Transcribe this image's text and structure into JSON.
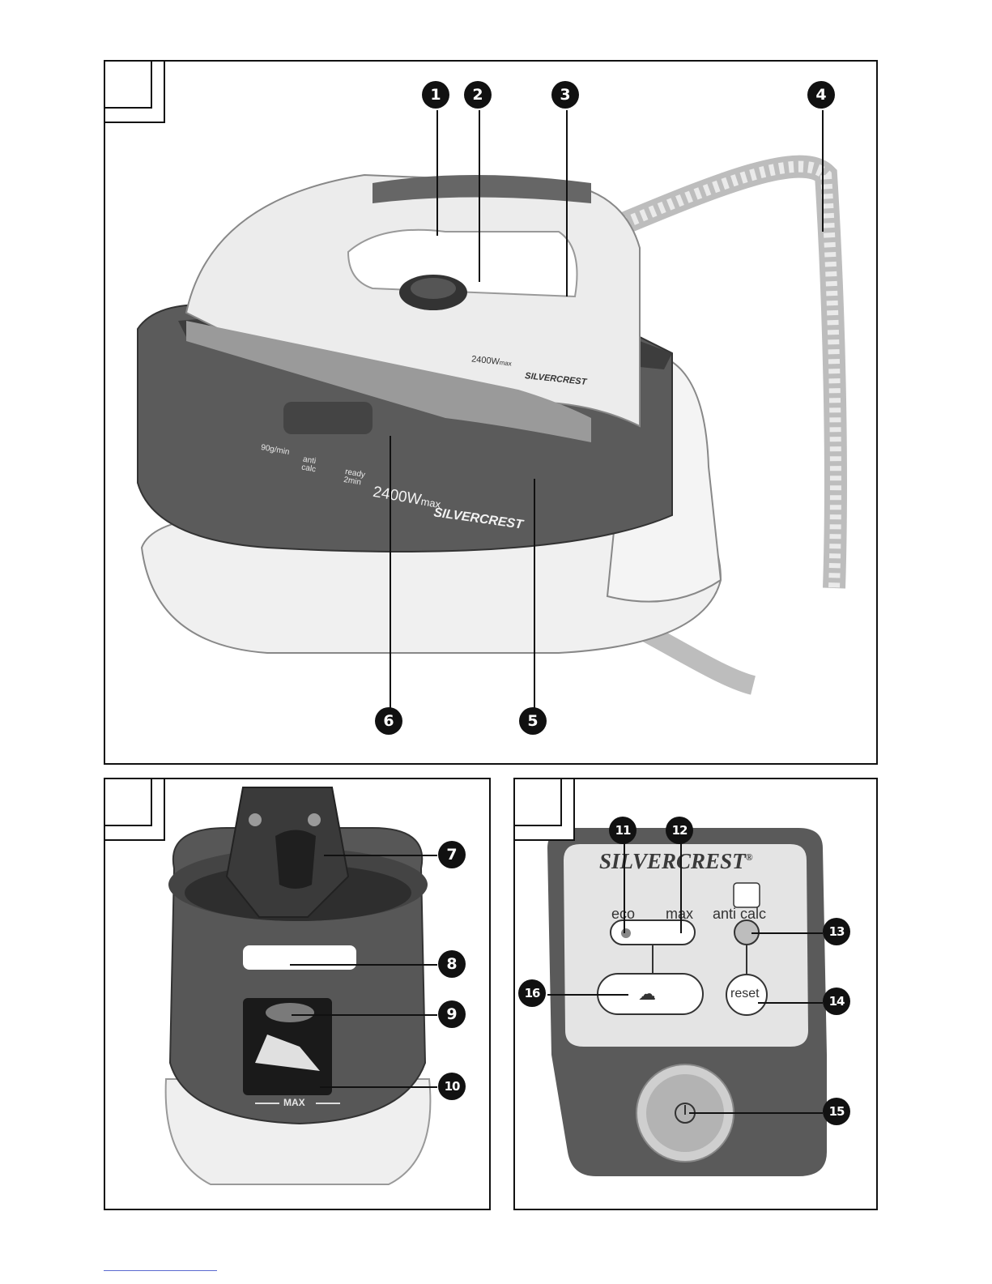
{
  "figures": {
    "top": {
      "callouts": [
        "1",
        "2",
        "3",
        "4",
        "5",
        "6"
      ],
      "iron_labels": {
        "power": "2400W",
        "power_suffix": "max",
        "brand": "SILVERCREST",
        "steam_rate": "90g/min",
        "anti_calc_1": "anti",
        "anti_calc_2": "calc",
        "ready_1": "ready",
        "ready_2": "2min"
      }
    },
    "bottom_left": {
      "callouts": [
        "7",
        "8",
        "9",
        "10"
      ],
      "tank_label": "MAX"
    },
    "bottom_right": {
      "callouts": [
        "11",
        "12",
        "13",
        "14",
        "15",
        "16"
      ],
      "panel": {
        "brand": "SILVERCREST",
        "registered": "®",
        "eco": "eco",
        "max": "max",
        "anti_calc": "anti calc",
        "reset": "reset"
      }
    }
  },
  "colors": {
    "dark_gray": "#555555",
    "mid_gray": "#8a8a8a",
    "light_gray": "#d7d7d7",
    "white": "#ffffff",
    "ink": "#111111"
  }
}
